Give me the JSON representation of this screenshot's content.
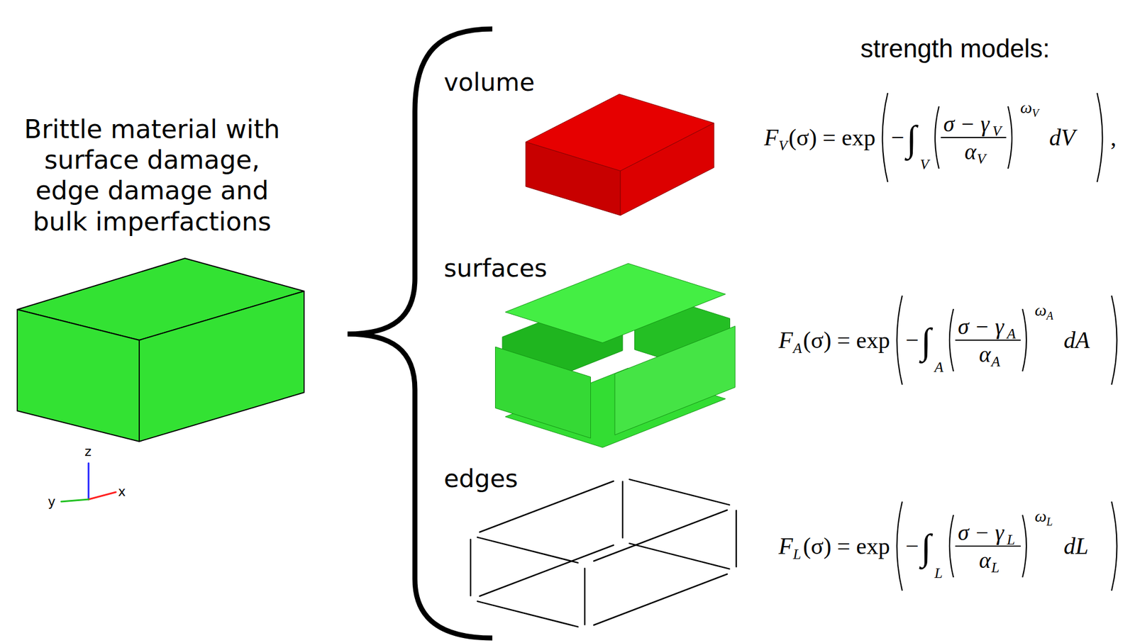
{
  "diagram": {
    "labels": [
      "Brittle material with surface damage, edge damage and bulk imperfactions",
      "z",
      "y",
      "x",
      "volume",
      "surfaces",
      "edges",
      "strength models:",
      "F",
      "V",
      "(σ) = exp",
      "−",
      "∫",
      "V",
      "σ − γ",
      "V",
      "α",
      "V",
      "ω",
      "V",
      "dV",
      ",",
      "F",
      "A",
      "(σ) = exp",
      "−",
      "∫",
      "A",
      "σ − γ",
      "A",
      "α",
      "A",
      "ω",
      "A",
      "dA",
      "F",
      "L",
      "(σ) = exp",
      "−",
      "∫",
      "L",
      "σ − γ",
      "L",
      "α",
      "L",
      "ω",
      "L",
      "dL"
    ]
  }
}
